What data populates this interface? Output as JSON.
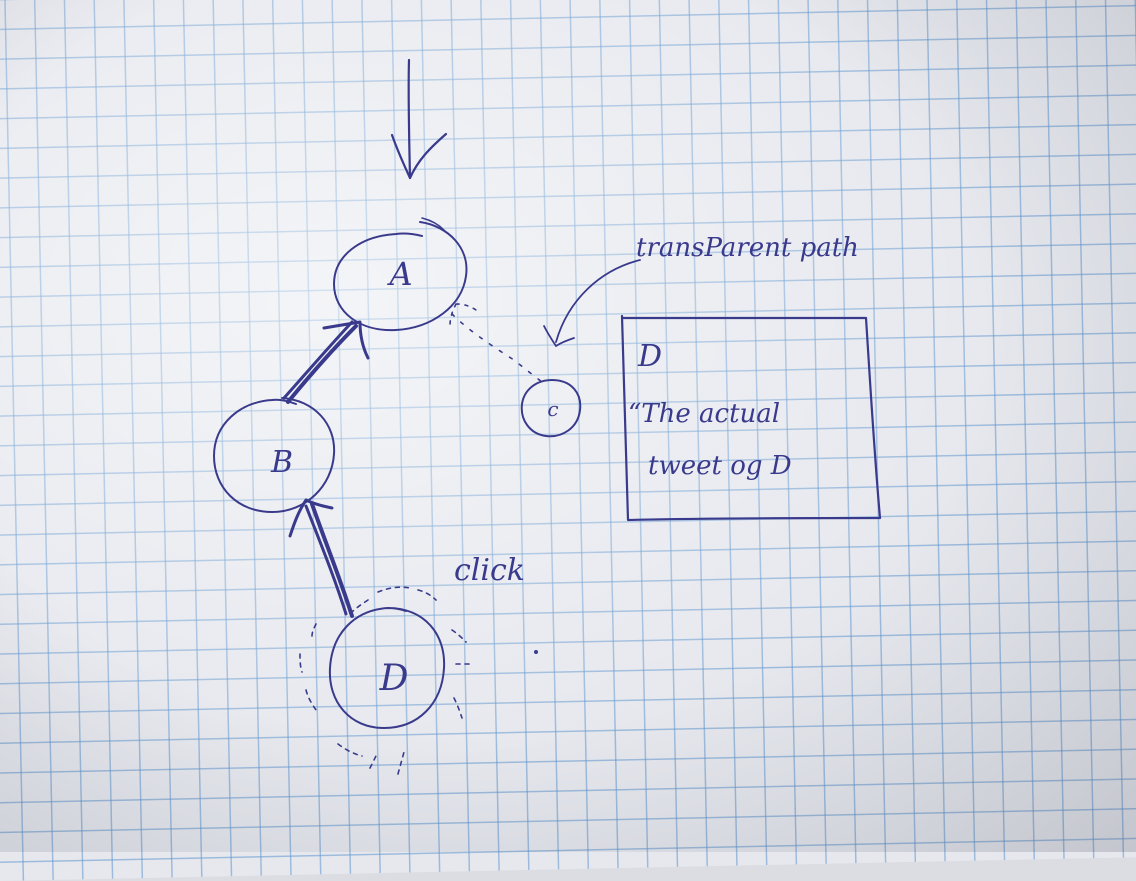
{
  "nodes": {
    "a": "A",
    "b": "B",
    "c": "c",
    "d": "D"
  },
  "annotations": {
    "transparent_path": "transParent path",
    "click": "click"
  },
  "detail_box": {
    "title": "D",
    "line1": "“The actual",
    "line2": "tweet og D"
  },
  "colors": {
    "ink": "#3a3a8c",
    "grid": "#6096cd",
    "paper": "#e6e8ee"
  }
}
